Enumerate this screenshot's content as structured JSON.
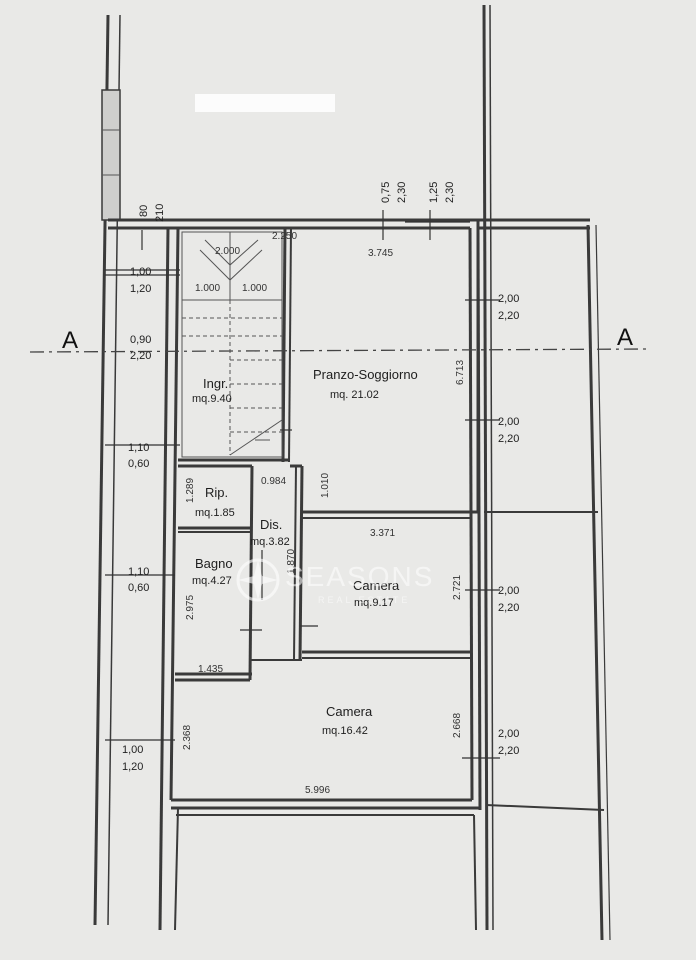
{
  "section_labels": {
    "left": "A",
    "right": "A"
  },
  "rooms": {
    "ingresso": {
      "name": "Ingr.",
      "area": "mq.9.40"
    },
    "pranzo": {
      "name": "Pranzo-Soggiorno",
      "area": "mq. 21.02"
    },
    "ripostiglio": {
      "name": "Rip.",
      "area": "mq.1.85"
    },
    "disimpegno": {
      "name": "Dis.",
      "area": "mq.3.82"
    },
    "bagno": {
      "name": "Bagno",
      "area": "mq.4.27"
    },
    "camera_small": {
      "name": "Camera",
      "area": "mq.9.17"
    },
    "camera_large": {
      "name": "Camera",
      "area": "mq.16.42"
    }
  },
  "dimensions": {
    "stair_width": "2.000",
    "stair_left": "1.000",
    "stair_right": "1.000",
    "top_wall": "2.250",
    "living_top": "3.745",
    "living_right": "6.713",
    "rip_height": "1.289",
    "dis_width": "0.984",
    "pranzo_step": "1.010",
    "camera_small_width": "3.371",
    "camera_small_height": "2.721",
    "dis_height": "1.870",
    "bagno_height": "2.975",
    "bagno_width": "1.435",
    "camera_large_left": "2.368",
    "camera_large_right": "2.668",
    "camera_large_width": "5.996"
  },
  "openings": {
    "top_left_w": "80",
    "top_left_h": "210",
    "top_mid1_w": "0,75",
    "top_mid1_h": "2,30",
    "top_mid2_w": "1,25",
    "top_mid2_h": "2,30",
    "left_1_w": "1,00",
    "left_1_h": "1,20",
    "left_2_w": "0,90",
    "left_2_h": "2,20",
    "left_3_w": "1,10",
    "left_3_h": "0,60",
    "left_4_w": "1,10",
    "left_4_h": "0,60",
    "left_5_w": "1,00",
    "left_5_h": "1,20",
    "right_1_w": "2,00",
    "right_1_h": "2,20",
    "right_2_w": "2,00",
    "right_2_h": "2,20",
    "right_3_w": "2,00",
    "right_3_h": "2,20",
    "right_4_w": "2,00",
    "right_4_h": "2,20"
  },
  "watermark": {
    "brand": "SEASONS",
    "tagline": "REAL ESTATE"
  }
}
